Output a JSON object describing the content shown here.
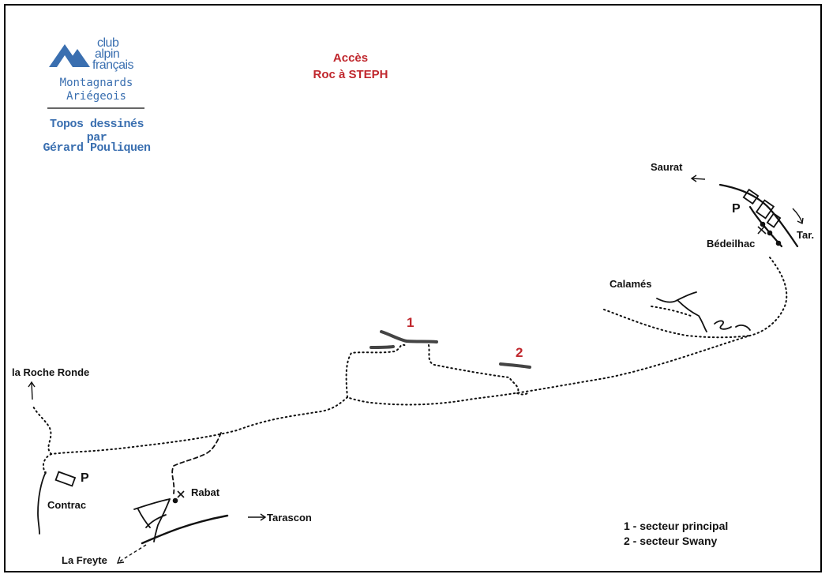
{
  "title": {
    "line1": "Accès",
    "line2": "Roc à STEPH"
  },
  "logo": {
    "club_line1": "club",
    "club_line2": "alpin",
    "club_line3": "français",
    "section_line1": "Montagnards",
    "section_line2": "Ariégeois",
    "credit_line1": "Topos dessinés par",
    "credit_line2": "Gérard Pouliquen",
    "color": "#3a6fb0"
  },
  "places": {
    "saurat": "Saurat",
    "bedeilhac": "Bédeilhac",
    "tar": "Tar.",
    "calames": "Calamés",
    "roche_ronde": "la Roche Ronde",
    "contrac": "Contrac",
    "rabat": "Rabat",
    "tarascon": "Tarascon",
    "la_freyte": "La Freyte"
  },
  "parking": {
    "label_bedeilhac": "P",
    "label_contrac": "P"
  },
  "sectors": [
    {
      "number": "1",
      "name": "1 - secteur principal"
    },
    {
      "number": "2",
      "name": "2 - secteur Swany"
    }
  ],
  "colors": {
    "accent": "#c0272d",
    "ink": "#111111"
  }
}
